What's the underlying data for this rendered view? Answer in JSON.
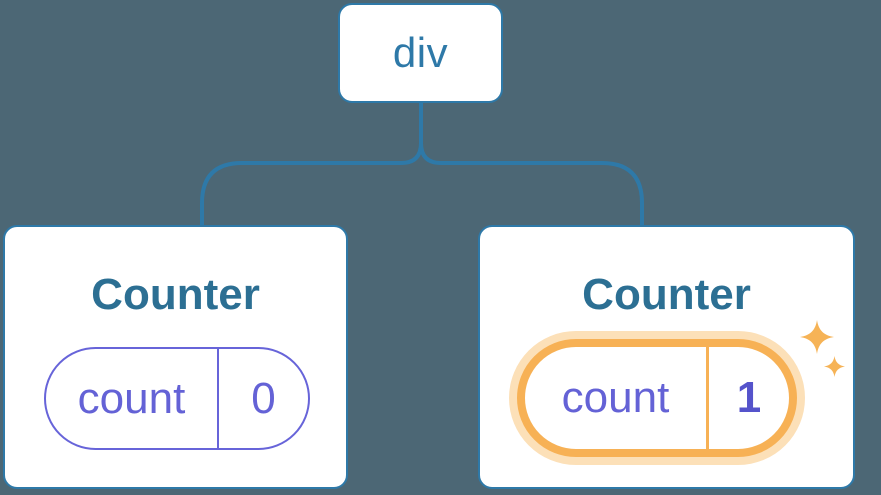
{
  "diagram": {
    "background": "#4c6775",
    "connector_color": "#2e79a8",
    "root": {
      "label": "div"
    },
    "nodes": [
      {
        "title": "Counter",
        "state": {
          "name": "count",
          "value": "0"
        },
        "highlighted": false
      },
      {
        "title": "Counter",
        "state": {
          "name": "count",
          "value": "1"
        },
        "highlighted": true
      }
    ],
    "colors": {
      "bg": "#4c6775",
      "line": "#2e79a8",
      "card_bg": "#ffffff",
      "title_text": "#2c6f93",
      "state_purple": "#6462d6",
      "state_border": "#6764d9",
      "value_bold": "#5553cb",
      "highlight_orange": "#f7b155",
      "highlight_halo": "#fce0b8",
      "sparkle": "#f6b356"
    }
  }
}
